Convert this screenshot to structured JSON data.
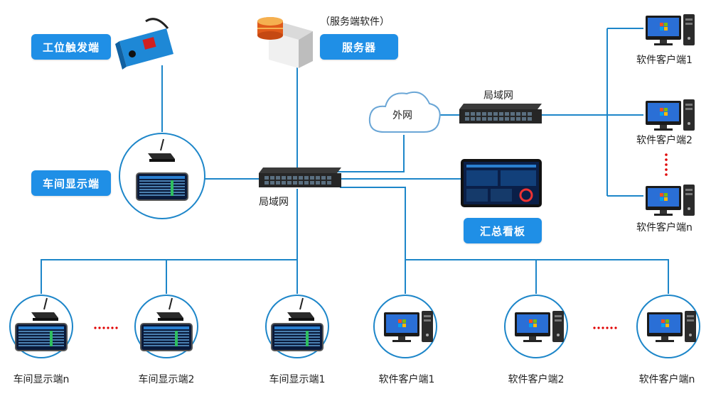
{
  "trigger": {
    "label": "工位触发端"
  },
  "server": {
    "label": "服务器",
    "note": "（服务端软件）"
  },
  "workshop_display": {
    "label": "车间显示端"
  },
  "internet": {
    "label": "外网"
  },
  "lan_main": {
    "label": "局域网"
  },
  "lan_right": {
    "label": "局域网"
  },
  "dashboard": {
    "label": "汇总看板"
  },
  "right_clients": [
    {
      "label": "软件客户端1"
    },
    {
      "label": "软件客户端2"
    },
    {
      "label": "软件客户端n"
    }
  ],
  "bottom_nodes": [
    {
      "label": "车间显示端n",
      "type": "display"
    },
    {
      "label": "车间显示端2",
      "type": "display"
    },
    {
      "label": "车间显示端1",
      "type": "display"
    },
    {
      "label": "软件客户端1",
      "type": "client"
    },
    {
      "label": "软件客户端2",
      "type": "client"
    },
    {
      "label": "软件客户端n",
      "type": "client"
    }
  ],
  "colors": {
    "line": "#1d86c9",
    "badge": "#1f8fe6",
    "dots": "#e00000"
  }
}
